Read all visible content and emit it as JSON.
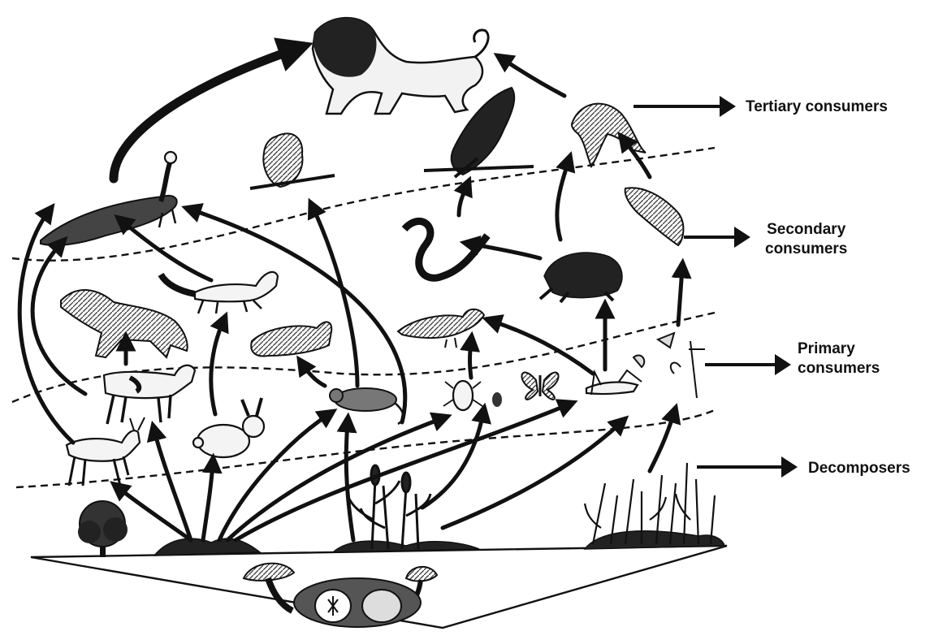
{
  "levels": {
    "tertiary": "Tertiary  consumers",
    "secondary_line1": "Secondary",
    "secondary_line2": "consumers",
    "primary_line1": "Primary",
    "primary_line2": "consumers",
    "decomposers": "Decomposers"
  },
  "colors": {
    "ink": "#111111",
    "background": "#ffffff"
  },
  "organisms": [
    "lion",
    "hawk",
    "heron",
    "owl",
    "peacock",
    "snake",
    "frog",
    "fish",
    "wolf",
    "fox",
    "wild-cat",
    "bird",
    "goat",
    "deer",
    "rabbit",
    "rat",
    "beetle",
    "butterfly",
    "grasshopper",
    "tree",
    "maize",
    "grass",
    "mushroom",
    "microbes"
  ]
}
